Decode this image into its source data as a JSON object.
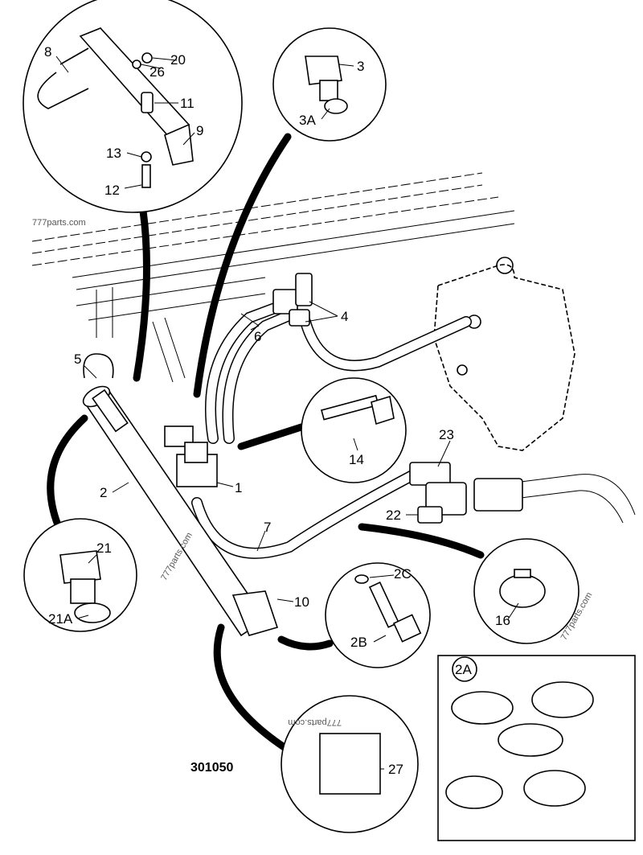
{
  "diagram": {
    "drawing_number": "301050",
    "watermark": "777parts.com",
    "callouts": [
      "8",
      "26",
      "20",
      "3",
      "11",
      "9",
      "3A",
      "13",
      "12",
      "4",
      "6",
      "5",
      "23",
      "14",
      "1",
      "2",
      "22",
      "7",
      "21",
      "2C",
      "10",
      "21A",
      "16",
      "2B",
      "2A",
      "27"
    ]
  }
}
